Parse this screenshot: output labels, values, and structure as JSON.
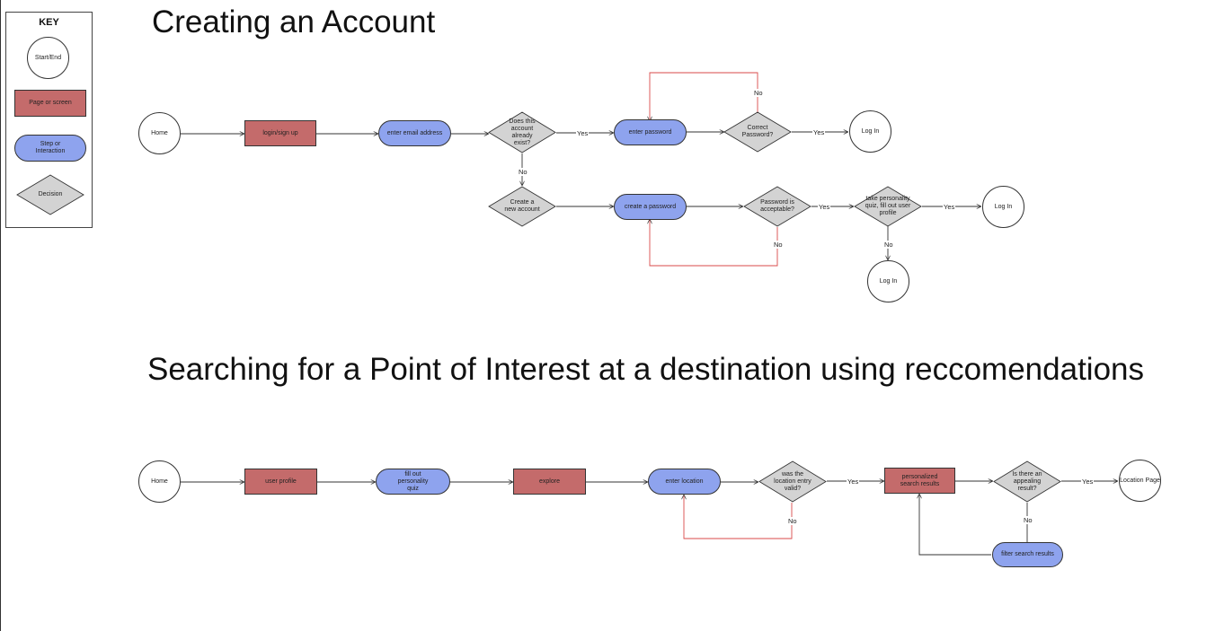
{
  "key": {
    "title": "KEY",
    "start_end": "Start/End",
    "page": "Page or screen",
    "step": "Step or Interaction",
    "decision": "Decision"
  },
  "flow1": {
    "title": "Creating an Account",
    "home": "Home",
    "login_signup": "login/sign up",
    "enter_email": "enter email address",
    "account_exists": "Does this account already exist?",
    "enter_password": "enter password",
    "correct_password": "Correct Password?",
    "log_in_1": "Log In",
    "create_account": "Create a new account",
    "create_password": "create a password",
    "password_acceptable": "Password is acceptable?",
    "personality_quiz": "take personality quiz, fill out user profile",
    "log_in_2": "Log In",
    "log_in_3": "Log In",
    "yes": "Yes",
    "no": "No"
  },
  "flow2": {
    "title": "Searching for a Point of Interest at a destination using reccomendations",
    "home": "Home",
    "user_profile": "user profile",
    "fill_quiz": "fill out personality quiz",
    "explore": "explore",
    "enter_location": "enter location",
    "location_valid": "was the location entry valid?",
    "personalized_results": "personalized search results",
    "appealing_result": "Is there an appealing result?",
    "location_page": "Location Page",
    "filter_results": "filter search results",
    "yes": "Yes",
    "no": "No"
  },
  "colors": {
    "page": "#c46b6b",
    "step": "#8ea3ee",
    "decision": "#d3d3d3",
    "loop_line": "#d94a4a",
    "line": "#333333"
  }
}
